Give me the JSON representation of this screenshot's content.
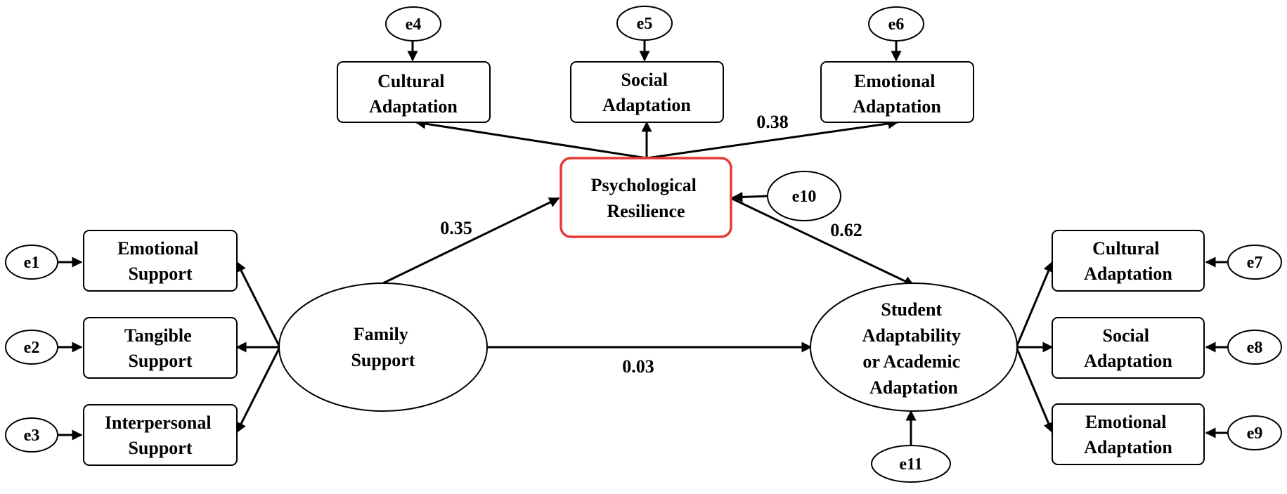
{
  "colors": {
    "stroke": "#000000",
    "highlight": "#e53935",
    "background": "#ffffff"
  },
  "nodes": {
    "family": [
      "Family",
      "Support"
    ],
    "student": [
      "Student",
      "Adaptability",
      "or Academic",
      "Adaptation"
    ],
    "resilience": [
      "Psychological",
      "Resilience"
    ],
    "ind_emotional_support": [
      "Emotional",
      "Support"
    ],
    "ind_tangible_support": [
      "Tangible",
      "Support"
    ],
    "ind_interpersonal_support": [
      "Interpersonal",
      "Support"
    ],
    "top_cultural": [
      "Cultural",
      "Adaptation"
    ],
    "top_social": [
      "Social",
      "Adaptation"
    ],
    "top_emotional": [
      "Emotional",
      "Adaptation"
    ],
    "right_cultural": [
      "Cultural",
      "Adaptation"
    ],
    "right_social": [
      "Social",
      "Adaptation"
    ],
    "right_emotional": [
      "Emotional",
      "Adaptation"
    ]
  },
  "errors": {
    "e1": "e1",
    "e2": "e2",
    "e3": "e3",
    "e4": "e4",
    "e5": "e5",
    "e6": "e6",
    "e7": "e7",
    "e8": "e8",
    "e9": "e9",
    "e10": "e10",
    "e11": "e11"
  },
  "coefficients": {
    "family_to_resilience": "0.35",
    "resilience_to_student": "0.62",
    "family_to_student": "0.03",
    "resilience_to_emotional_adaptation": "0.38"
  }
}
